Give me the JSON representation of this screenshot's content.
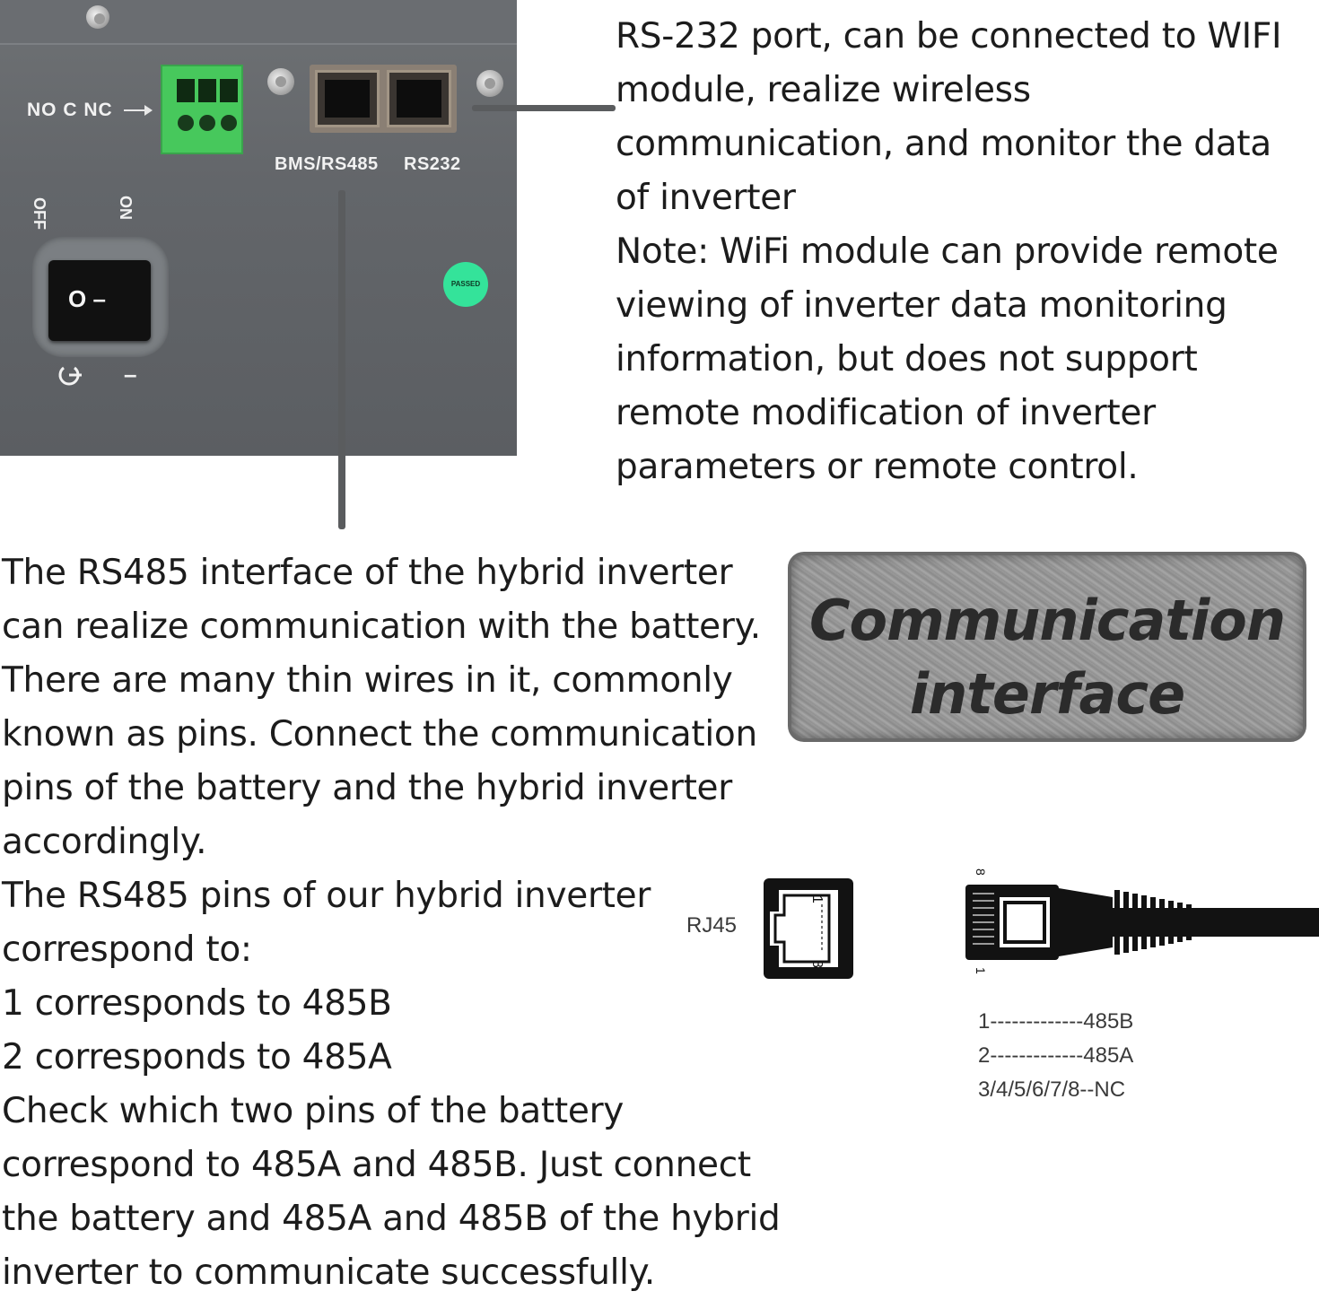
{
  "panel": {
    "relay_label": "NO C NC",
    "port_left_label": "BMS/RS485",
    "port_right_label": "RS232",
    "switch_off_label": "OFF",
    "switch_on_label": "ON",
    "switch_glyph": "O –",
    "power_dash": "–",
    "passed_badge": "PASSED",
    "terminal_color": "#47c85c",
    "passed_color": "#34e39a"
  },
  "rs232_description": [
    "RS-232 port, can be connected to WIFI",
    "module, realize wireless",
    "communication, and monitor the data",
    "of inverter",
    "Note: WiFi module can provide remote",
    "viewing of inverter data monitoring",
    "information, but does not support",
    "remote modification of inverter",
    "parameters or remote control."
  ],
  "rs485_description": [
    "The RS485 interface of the hybrid inverter",
    "can realize communication with the battery.",
    "There are many thin wires in it, commonly",
    "known as pins. Connect the communication",
    "pins of the battery and the hybrid inverter",
    "accordingly.",
    "The RS485 pins of our hybrid inverter",
    "correspond to:",
    "1 corresponds to 485B",
    "2 corresponds to 485A",
    "Check which two pins of the battery",
    "correspond to 485A and 485B. Just connect",
    "the battery and 485A and 485B of the hybrid",
    "inverter to communicate successfully."
  ],
  "badge": {
    "line1": "Communication",
    "line2": "interface"
  },
  "rj45": {
    "label": "RJ45",
    "jack_pin_top": "1",
    "jack_pin_bottom": "8",
    "plug_pin_top": "8",
    "plug_pin_bottom": "1",
    "pin_map": [
      "1-------------485B",
      "2-------------485A",
      "3/4/5/6/7/8--NC"
    ]
  }
}
